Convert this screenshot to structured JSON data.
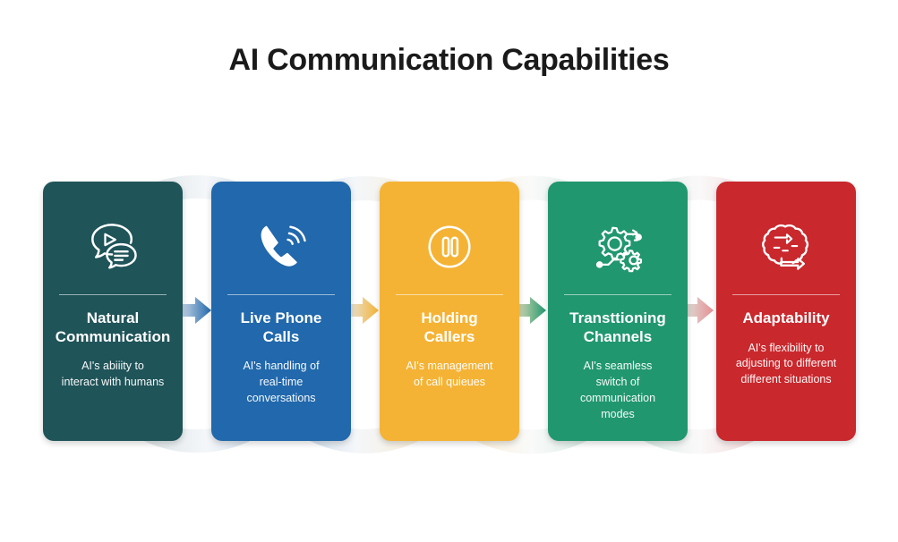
{
  "header": {
    "title": "AI Communication Capabilities"
  },
  "theme": {
    "background": "#ffffff",
    "title_color": "#1a1a1a",
    "divider_color": "rgba(255,255,255,0.55)"
  },
  "cards": [
    {
      "id": "natural-communication",
      "title": "Natural\nCommunication",
      "description": "AI's abiiity to\ninteract with humans",
      "color": "#1f5459",
      "icon": "speech-bubbles-icon"
    },
    {
      "id": "live-phone-calls",
      "title": "Live Phone\nCalls",
      "description": "AI's handling of\nreal-time\nconversations",
      "color": "#2168ac",
      "icon": "phone-ringing-icon"
    },
    {
      "id": "holding-callers",
      "title": "Holding\nCallers",
      "description": "AI's management\nof call quieues",
      "color": "#f5b335",
      "icon": "pause-circle-icon"
    },
    {
      "id": "transitioning-channels",
      "title": "Transttioning\nChannels",
      "description": "AI's seamless\nswitch of\ncommunication\nmodes",
      "color": "#21976f",
      "icon": "gears-network-icon"
    },
    {
      "id": "adaptability",
      "title": "Adaptability",
      "description": "AI's flexibility to\nadjusting to different\ndifferent situations",
      "color": "#c9282d",
      "icon": "brain-arrows-icon"
    }
  ],
  "connectors": [
    {
      "id": "connector-1",
      "from": "natural-communication",
      "to": "live-phone-calls",
      "icon": "arrow-right-icon",
      "start_color": "#1f5459",
      "end_color": "#2168ac"
    },
    {
      "id": "connector-2",
      "from": "live-phone-calls",
      "to": "holding-callers",
      "icon": "arrow-right-icon",
      "start_color": "#2168ac",
      "end_color": "#f5b335"
    },
    {
      "id": "connector-3",
      "from": "holding-callers",
      "to": "transitioning-channels",
      "icon": "arrow-right-icon",
      "start_color": "#f5b335",
      "end_color": "#21976f"
    },
    {
      "id": "connector-4",
      "from": "transitioning-channels",
      "to": "adaptability",
      "icon": "arrow-right-icon",
      "start_color": "#21976f",
      "end_color": "#c9282d"
    }
  ],
  "background_arcs": [
    {
      "id": "arc-top-1",
      "position": "top",
      "icon": "curved-arrow-icon",
      "color": "#2168ac"
    },
    {
      "id": "arc-top-2",
      "position": "top",
      "icon": "curved-arrow-icon",
      "color": "#f5b335"
    },
    {
      "id": "arc-top-3",
      "position": "top",
      "icon": "curved-arrow-icon",
      "color": "#21976f"
    },
    {
      "id": "arc-top-4",
      "position": "top",
      "icon": "curved-arrow-icon",
      "color": "#c9282d"
    },
    {
      "id": "arc-bottom-1",
      "position": "bottom",
      "icon": "curved-arrow-icon",
      "color": "#2168ac"
    },
    {
      "id": "arc-bottom-2",
      "position": "bottom",
      "icon": "curved-arrow-icon",
      "color": "#f5b335"
    },
    {
      "id": "arc-bottom-3",
      "position": "bottom",
      "icon": "curved-arrow-icon",
      "color": "#21976f"
    },
    {
      "id": "arc-bottom-4",
      "position": "bottom",
      "icon": "curved-arrow-icon",
      "color": "#c9282d"
    }
  ]
}
